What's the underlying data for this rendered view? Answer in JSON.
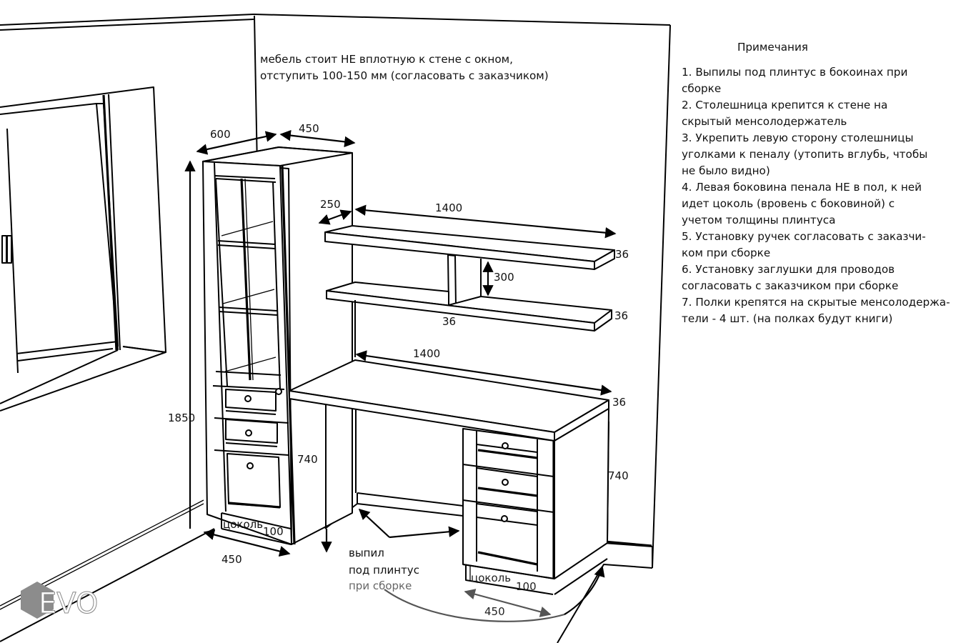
{
  "notes": {
    "title": "Примечания",
    "items": [
      "1. Выпилы под плинтус в бокоинах при\nсборке",
      "2. Столешница крепится к стене на\nскрытый менсолодержатель",
      "3. Укрепить левую сторону столешницы\nуголками к пеналу (утопить вглубь, чтобы\nне было видно)",
      "4. Левая боковина пенала НЕ в пол, к ней\nидет цоколь (вровень с боковиной) с\nучетом толщины плинтуса",
      "5. Установку ручек согласовать с заказчи-\nком при сборке",
      "6. Установку заглушки для проводов\nсогласовать с заказчиком при сборке",
      "7. Полки крепятся на скрытые менсолодержа-\nтели - 4 шт. (на полках будут книги)"
    ]
  },
  "wall_note": "мебель стоит НЕ вплотную к стене с окном,\nотступить 100-150 мм (согласовать с заказчиком)",
  "dimensions": {
    "cabinet_depth": "600",
    "cabinet_width": "450",
    "shelf_depth": "250",
    "shelf_length": "1400",
    "shelf_top_thickness": "36",
    "shelf_gap": "300",
    "shelf_divider_thickness": "36",
    "shelf_bottom_thickness": "36",
    "desk_length": "1400",
    "desk_top_thickness": "36",
    "cabinet_height": "1850",
    "desk_height_left": "740",
    "desk_height_right": "740",
    "left_plinth_label": "цоколь",
    "left_plinth_height": "100",
    "left_base_width": "450",
    "right_plinth_label": "цоколь",
    "right_plinth_height": "100",
    "right_base_width": "450"
  },
  "cutout_note": {
    "line1": "выпил",
    "line2": "под плинтус",
    "line3": "при сборке"
  },
  "logo": {
    "text": "EVO"
  }
}
